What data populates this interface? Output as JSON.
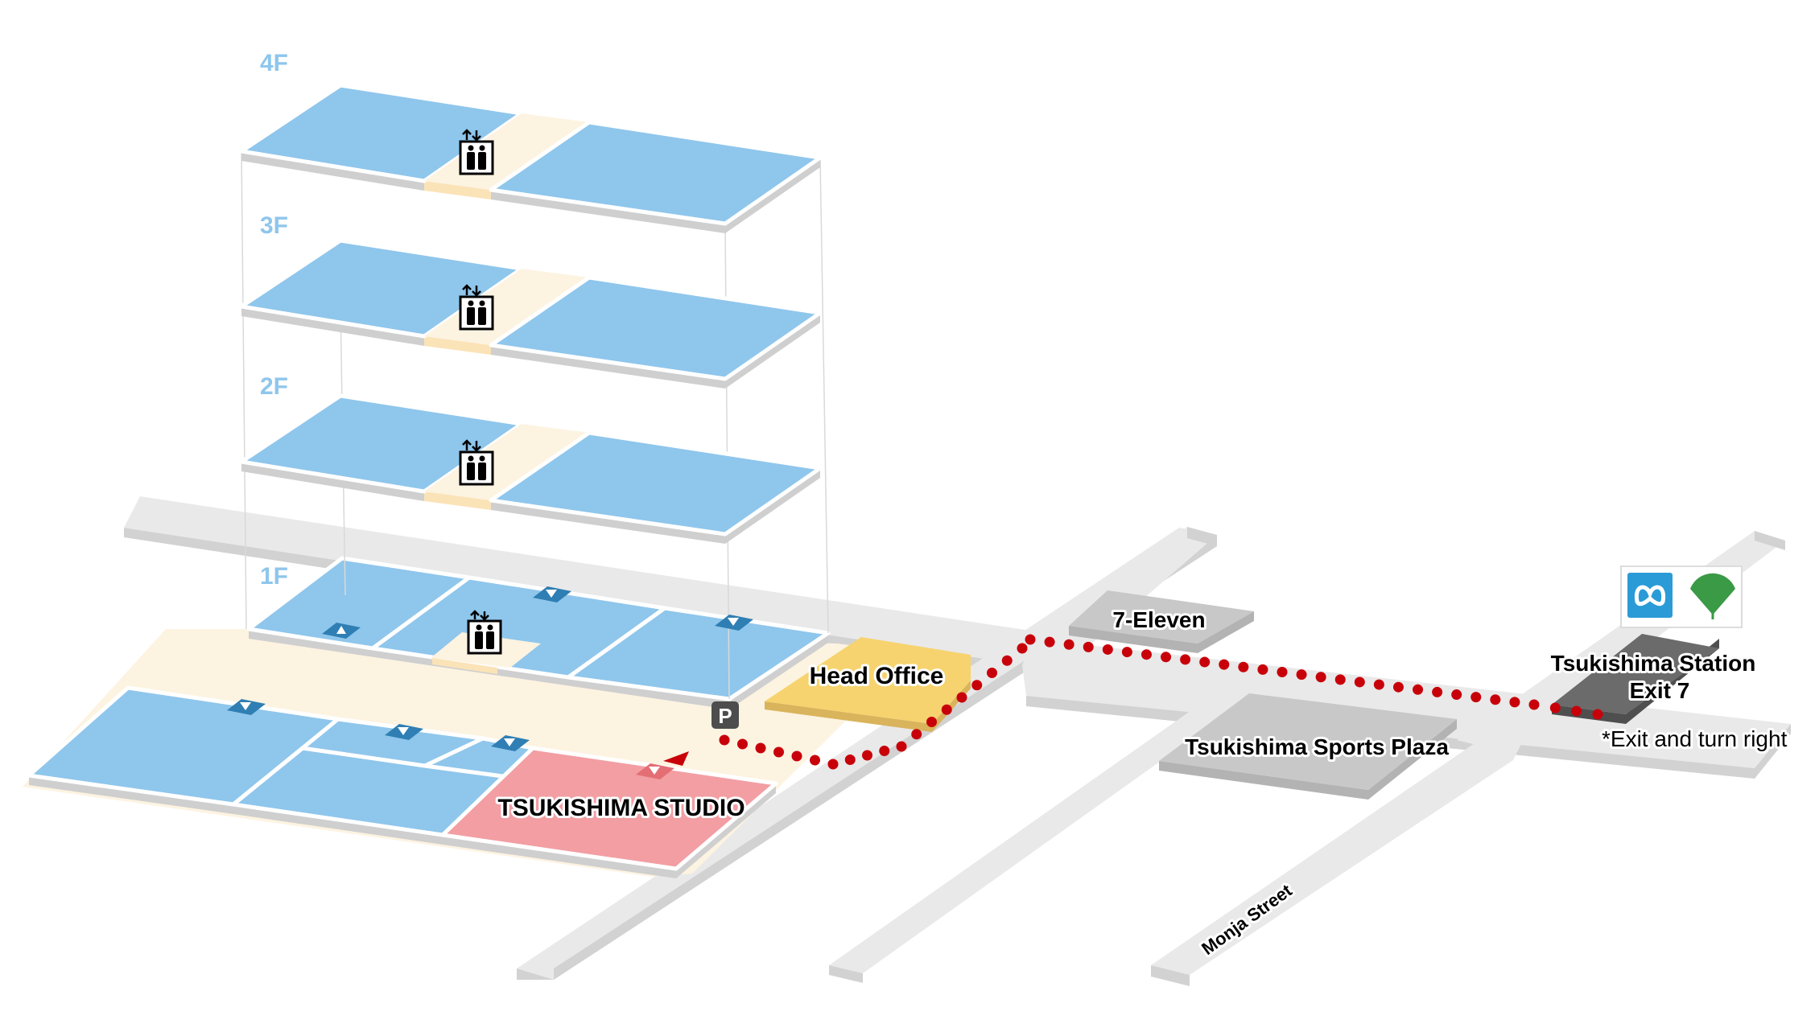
{
  "floors": {
    "f4": "4F",
    "f3": "3F",
    "f2": "2F",
    "f1": "1F"
  },
  "places": {
    "studio": "TSUKISHIMA STUDIO",
    "head_office": "Head Office",
    "seven_eleven": "7-Eleven",
    "sports_plaza": "Tsukishima Sports Plaza",
    "station_line1": "Tsukishima Station",
    "station_line2": "Exit 7",
    "station_note": "*Exit and turn right",
    "street": "Monja Street",
    "parking": "P"
  },
  "icons": {
    "elevator": "elevator-icon",
    "metro": "tokyo-metro-logo",
    "toei": "toei-ginkgo-logo",
    "parking": "parking-icon",
    "entrance": "entrance-arrow-icon"
  },
  "colors": {
    "room": "#8fc6ec",
    "studio": "#f29ea3",
    "head_office": "#f6d36e",
    "corridor": "#fdf3e1",
    "road": "#e9e9e9",
    "building_gray": "#c8c8c8",
    "station_gray": "#6b6b6b",
    "route": "#c8000a",
    "metro_blue": "#2a9bd6",
    "toei_green": "#3a9a45"
  },
  "route": {
    "description": "Dotted walking route from Tsukishima Station Exit 7 to Tsukishima Studio"
  }
}
